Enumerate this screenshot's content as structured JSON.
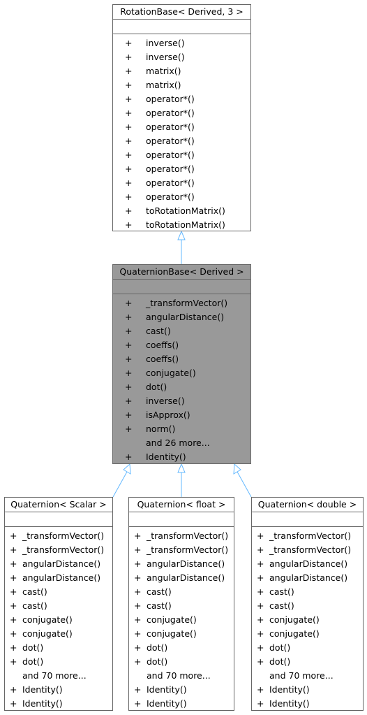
{
  "rotation_base": {
    "title": "RotationBase< Derived, 3 >",
    "members": [
      {
        "vis": "+",
        "name": "inverse()"
      },
      {
        "vis": "+",
        "name": "inverse()"
      },
      {
        "vis": "+",
        "name": "matrix()"
      },
      {
        "vis": "+",
        "name": "matrix()"
      },
      {
        "vis": "+",
        "name": "operator*()"
      },
      {
        "vis": "+",
        "name": "operator*()"
      },
      {
        "vis": "+",
        "name": "operator*()"
      },
      {
        "vis": "+",
        "name": "operator*()"
      },
      {
        "vis": "+",
        "name": "operator*()"
      },
      {
        "vis": "+",
        "name": "operator*()"
      },
      {
        "vis": "+",
        "name": "operator*()"
      },
      {
        "vis": "+",
        "name": "operator*()"
      },
      {
        "vis": "+",
        "name": "toRotationMatrix()"
      },
      {
        "vis": "+",
        "name": "toRotationMatrix()"
      }
    ]
  },
  "quaternion_base": {
    "title": "QuaternionBase< Derived >",
    "members": [
      {
        "vis": "+",
        "name": "_transformVector()"
      },
      {
        "vis": "+",
        "name": "angularDistance()"
      },
      {
        "vis": "+",
        "name": "cast()"
      },
      {
        "vis": "+",
        "name": "coeffs()"
      },
      {
        "vis": "+",
        "name": "coeffs()"
      },
      {
        "vis": "+",
        "name": "conjugate()"
      },
      {
        "vis": "+",
        "name": "dot()"
      },
      {
        "vis": "+",
        "name": "inverse()"
      },
      {
        "vis": "+",
        "name": "isApprox()"
      },
      {
        "vis": "+",
        "name": "norm()"
      },
      {
        "vis": "",
        "name": "and 26 more..."
      },
      {
        "vis": "+",
        "name": "Identity()"
      }
    ]
  },
  "quaternion_scalar": {
    "title": "Quaternion< Scalar >",
    "members": [
      {
        "vis": "+",
        "name": "_transformVector()"
      },
      {
        "vis": "+",
        "name": "_transformVector()"
      },
      {
        "vis": "+",
        "name": "angularDistance()"
      },
      {
        "vis": "+",
        "name": "angularDistance()"
      },
      {
        "vis": "+",
        "name": "cast()"
      },
      {
        "vis": "+",
        "name": "cast()"
      },
      {
        "vis": "+",
        "name": "conjugate()"
      },
      {
        "vis": "+",
        "name": "conjugate()"
      },
      {
        "vis": "+",
        "name": "dot()"
      },
      {
        "vis": "+",
        "name": "dot()"
      },
      {
        "vis": "",
        "name": "and 70 more..."
      },
      {
        "vis": "+",
        "name": "Identity()"
      },
      {
        "vis": "+",
        "name": "Identity()"
      }
    ]
  },
  "quaternion_float": {
    "title": "Quaternion< float >",
    "members": [
      {
        "vis": "+",
        "name": "_transformVector()"
      },
      {
        "vis": "+",
        "name": "_transformVector()"
      },
      {
        "vis": "+",
        "name": "angularDistance()"
      },
      {
        "vis": "+",
        "name": "angularDistance()"
      },
      {
        "vis": "+",
        "name": "cast()"
      },
      {
        "vis": "+",
        "name": "cast()"
      },
      {
        "vis": "+",
        "name": "conjugate()"
      },
      {
        "vis": "+",
        "name": "conjugate()"
      },
      {
        "vis": "+",
        "name": "dot()"
      },
      {
        "vis": "+",
        "name": "dot()"
      },
      {
        "vis": "",
        "name": "and 70 more..."
      },
      {
        "vis": "+",
        "name": "Identity()"
      },
      {
        "vis": "+",
        "name": "Identity()"
      }
    ]
  },
  "quaternion_double": {
    "title": "Quaternion< double >",
    "members": [
      {
        "vis": "+",
        "name": "_transformVector()"
      },
      {
        "vis": "+",
        "name": "_transformVector()"
      },
      {
        "vis": "+",
        "name": "angularDistance()"
      },
      {
        "vis": "+",
        "name": "angularDistance()"
      },
      {
        "vis": "+",
        "name": "cast()"
      },
      {
        "vis": "+",
        "name": "cast()"
      },
      {
        "vis": "+",
        "name": "conjugate()"
      },
      {
        "vis": "+",
        "name": "conjugate()"
      },
      {
        "vis": "+",
        "name": "dot()"
      },
      {
        "vis": "+",
        "name": "dot()"
      },
      {
        "vis": "",
        "name": "and 70 more..."
      },
      {
        "vis": "+",
        "name": "Identity()"
      },
      {
        "vis": "+",
        "name": "Identity()"
      }
    ]
  },
  "colors": {
    "edge": "#63b8ff",
    "border": "#666666",
    "highlight_fill": "#999999"
  }
}
